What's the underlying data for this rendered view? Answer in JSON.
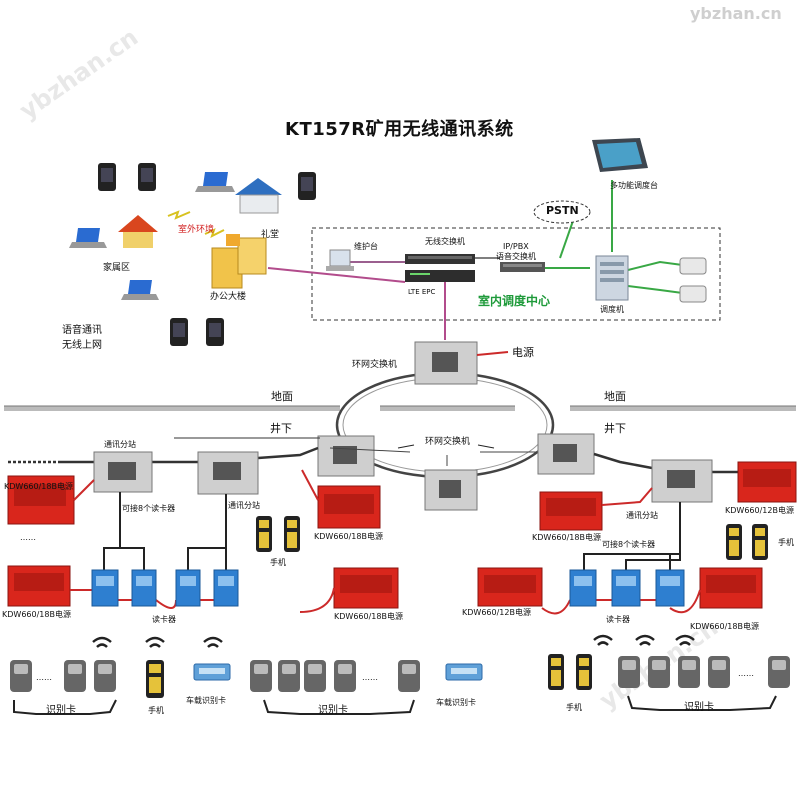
{
  "watermark": "ybzhan.cn",
  "title": "KT157R矿用无线通讯系统",
  "top_left": {
    "outdoor_env": "室外环境",
    "auditorium": "礼堂",
    "family_area": "家属区",
    "office_building": "办公大楼",
    "voice_comm": "语音通讯",
    "wireless_net": "无线上网"
  },
  "dispatch_center": {
    "label": "室内调度中心",
    "maintenance": "维护台",
    "wireless_switch": "无线交换机",
    "lte_epc": "LTE EPC",
    "ip_pbx": "IP/PBX",
    "voice_switch": "语音交换机",
    "pstn": "PSTN",
    "multi_console": "多功能调度台",
    "dispatcher": "调度机"
  },
  "ring": {
    "top_switch": "环网交换机",
    "power": "电源",
    "middle_switch": "环网交换机",
    "ground_left": "地面",
    "ground_right": "地面",
    "underground_left": "井下",
    "underground_right": "井下"
  },
  "left_section": {
    "station1": "通讯分站",
    "station2": "通讯分站",
    "reader_note": "可接8个读卡器",
    "power_a": "KDW660/18B电源",
    "power_b": "KDW660/18B电源",
    "power_c": "KDW660/18B电源",
    "power_d": "KDW660/18B电源",
    "phone": "手机",
    "card_reader": "读卡器",
    "id_card_1": "识别卡",
    "id_card_2": "识别卡",
    "phone_2": "手机",
    "vehicle_card_1": "车载识别卡",
    "vehicle_card_2": "车载识别卡"
  },
  "right_section": {
    "station": "通讯分站",
    "reader_note": "可接8个读卡器",
    "power_a": "KDW660/12B电源",
    "power_b": "KDW660/18B电源",
    "power_c": "KDW660/12B电源",
    "power_d": "KDW660/18B电源",
    "phone": "手机",
    "card_reader": "读卡器",
    "id_card": "识别卡",
    "phone_2": "手机"
  },
  "ellipsis": "……",
  "colors": {
    "red_power": "#d9261c",
    "ring_line": "#444444",
    "power_line": "#cc2a2a",
    "purple_line": "#b24c8c",
    "green_line": "#39a845",
    "reader_blue": "#2e7fd0"
  }
}
